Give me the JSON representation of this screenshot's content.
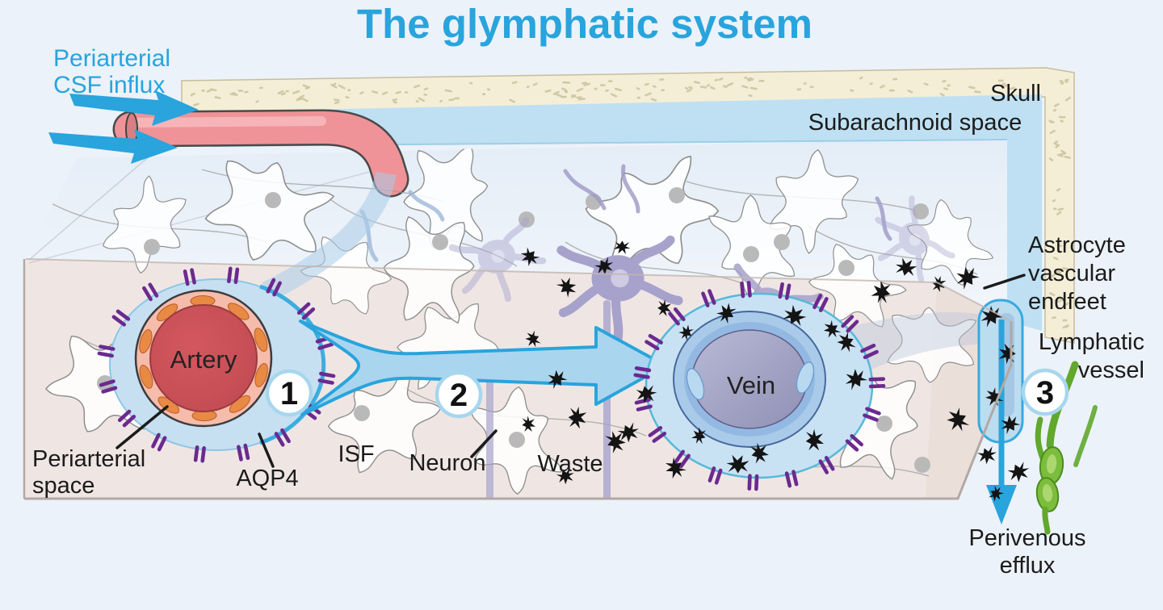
{
  "title": "The glymphatic system",
  "influx": {
    "line1": "Periarterial",
    "line2": "CSF influx"
  },
  "anatomy": {
    "skull": "Skull",
    "subarachnoid_space": "Subarachnoid space",
    "artery": "Artery",
    "vein": "Vein",
    "periarterial_space_line1": "Periarterial",
    "periarterial_space_line2": "space",
    "aqp4": "AQP4",
    "isf": "ISF",
    "neuron": "Neuron",
    "waste": "Waste",
    "astrocyte_line1": "Astrocyte",
    "astrocyte_line2": "vascular",
    "astrocyte_line3": "endfeet",
    "lymphatic_line1": "Lymphatic",
    "lymphatic_line2": "vessel",
    "perivenous_line1": "Perivenous",
    "perivenous_line2": "efflux"
  },
  "steps": [
    {
      "num": "1"
    },
    {
      "num": "2"
    },
    {
      "num": "3"
    }
  ],
  "colors": {
    "title_blue": "#29a4dc",
    "label_black": "#1b1b1b",
    "background": "#ecf2f9",
    "skull_fill": "#f5eed7",
    "skull_speckle": "#cdc4a1",
    "csf_blue": "#bfe0f2",
    "flow_arrow_fill": "#aad5ef",
    "flow_arrow_stroke": "#29a4dc",
    "brain_surface": "#e9f0f8",
    "brain_front": "#efe6e4",
    "artery_body": "#ef9398",
    "artery_wall_pink": "#f6bcab",
    "artery_lumen": "#cd5157",
    "artery_cell_orange": "#e98a44",
    "periarterial_blue": "#c6e0f2",
    "vein_space_blue": "#c9e2f3",
    "vein_wall": "#a9cbe9",
    "vein_lumen": "#9e9ec0",
    "aqp4_purple": "#6b2a8f",
    "neuron_purple": "#a7a2cc",
    "waste_black": "#141414",
    "lymphatic_green": "#68ad2e",
    "astrocyte_outline": "#8f8f8f"
  }
}
